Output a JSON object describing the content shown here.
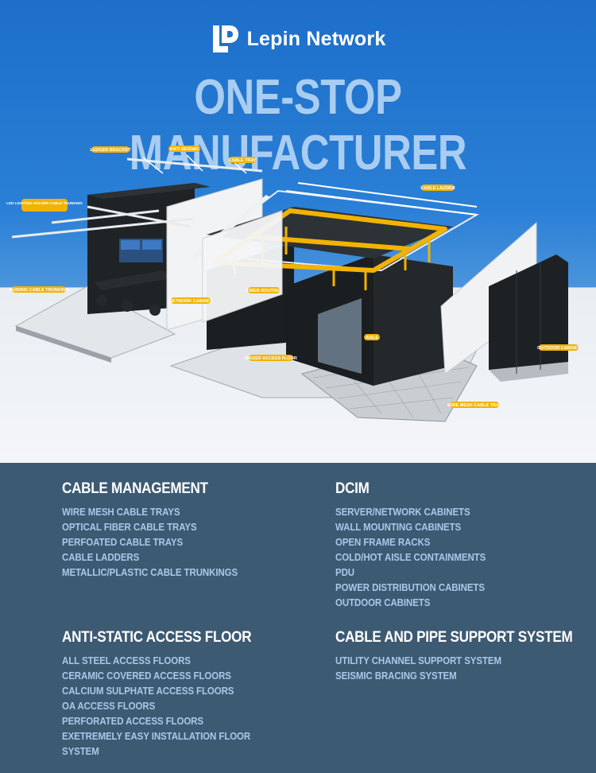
{
  "brand": {
    "name": "Lepin Network",
    "logo_icon": "lp-logo-icon"
  },
  "headline": "ONE-STOP MANUFACTURER",
  "callouts": {
    "ledger_bracket": "LEDGER BRACKET",
    "anti_seismic": "ANTI SEISMIC",
    "cable_tray": "CABLE TRAY",
    "led_trunking": "LED LIGHTING HOLDER CABLE TRUNKING",
    "cable_ladder": "CABLE LADDER",
    "guiding_trunking": "GUIDING CABLE TRUNKING",
    "network_cabinet": "NETWORK CABINET",
    "fiber_routing": "FIBER ROUTING",
    "raised_floor": "RAISED ACCESS FLOOR",
    "aisle": "AISLE",
    "outdoor_cabinet": "OUTDOOR CABINET",
    "wire_mesh_tray": "WIRE MESH CABLE TRAY"
  },
  "sections": [
    {
      "title": "CABLE MANAGEMENT",
      "items": [
        "WIRE MESH CABLE TRAYS",
        "OPTICAL FIBER CABLE TRAYS",
        "PERFOATED CABLE TRAYS",
        "CABLE LADDERS",
        "METALLIC/PLASTIC CABLE TRUNKINGS"
      ]
    },
    {
      "title": "DCIM",
      "items": [
        "SERVER/NETWORK CABINETS",
        "WALL MOUNTING CABINETS",
        "OPEN FRAME RACKS",
        "COLD/HOT AISLE CONTAINMENTS",
        "PDU",
        "POWER DISTRIBUTION CABINETS",
        "OUTDOOR CABINETS"
      ]
    },
    {
      "title": "ANTI-STATIC ACCESS FLOOR",
      "items": [
        "ALL STEEL ACCESS FLOORS",
        "CERAMIC COVERED ACCESS FLOORS",
        "CALCIUM SULPHATE ACCESS FLOORS",
        "OA ACCESS FLOORS",
        "PERFORATED ACCESS FLOORS",
        "EXETREMELY EASY INSTALLATION FLOOR",
        "SYSTEM"
      ]
    },
    {
      "title": "CABLE AND PIPE SUPPORT SYSTEM",
      "items": [
        "UTILITY CHANNEL SUPPORT SYSTEM",
        "SEISMIC BRACING SYSTEM"
      ]
    }
  ],
  "colors": {
    "header_blue": "#1d6fc9",
    "headline": "#a9cdf2",
    "panel": "#3d5a73",
    "accent_yellow": "#f2b300"
  }
}
